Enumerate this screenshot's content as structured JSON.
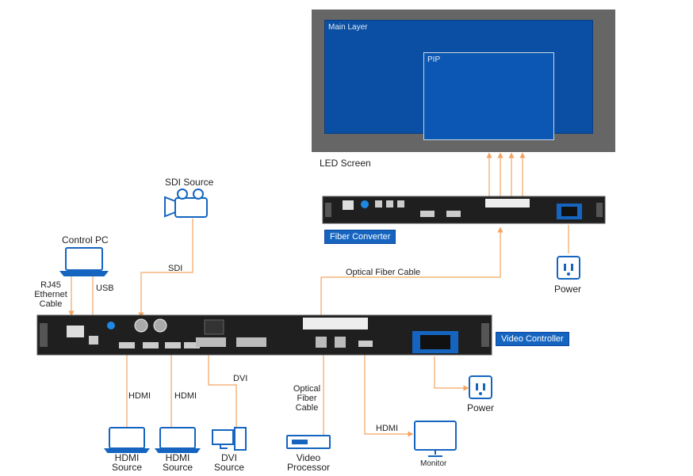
{
  "screen": {
    "main_layer": "Main Layer",
    "pip": "PIP",
    "label": "LED Screen"
  },
  "devices": {
    "fiber_converter": "Fiber Converter",
    "video_controller": "Video Controller"
  },
  "sources": {
    "sdi": "SDI Source",
    "control_pc": "Control PC",
    "hdmi_1": [
      "HDMI",
      "Source"
    ],
    "hdmi_2": [
      "HDMI",
      "Source"
    ],
    "dvi": [
      "DVI",
      "Source"
    ],
    "video_processor": [
      "Video",
      "Processor"
    ],
    "monitor": "Monitor",
    "power_top": "Power",
    "power_bottom": "Power"
  },
  "cables": {
    "sdi": "SDI",
    "rj45": [
      "RJ45",
      "Ethernet",
      "Cable"
    ],
    "usb": "USB",
    "optical_top": "Optical Fiber Cable",
    "optical_bottom": [
      "Optical",
      "Fiber",
      "Cable"
    ],
    "hdmi_1": "HDMI",
    "hdmi_2": "HDMI",
    "dvi": "DVI",
    "hdmi_monitor": "HDMI"
  },
  "colors": {
    "cable": "#f4a460",
    "accent": "#1565c0",
    "rack": "#1f1f1f"
  },
  "icons": [
    "laptop-icon",
    "camera-icon",
    "power-outlet-icon",
    "monitor-icon",
    "desktop-pc-icon",
    "video-processor-icon"
  ]
}
